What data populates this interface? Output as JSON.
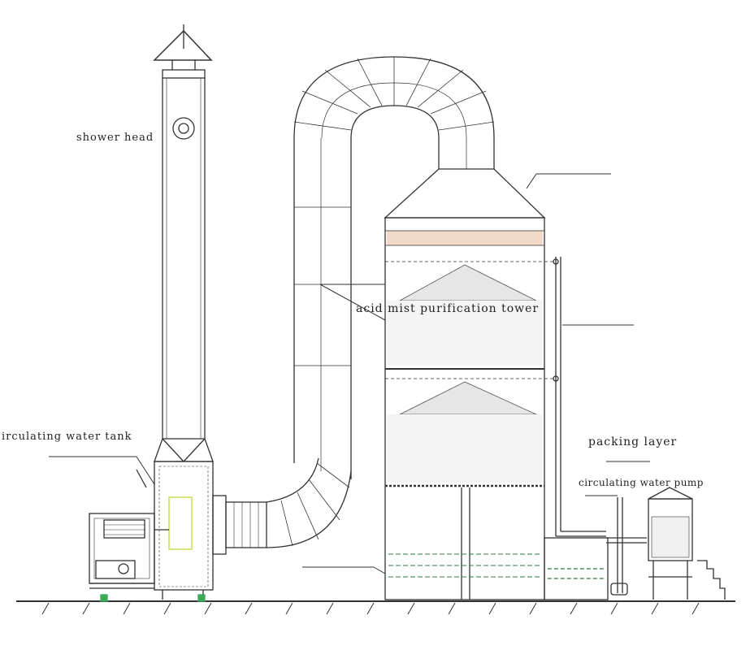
{
  "labels": {
    "shower_head": "shower head",
    "circulating_water_tank": "irculating water tank",
    "acid_mist_tower": "acid mist purification tower",
    "packing_layer": "packing layer",
    "circulating_water_pump": "circulating water pump"
  },
  "colors": {
    "line": "#333333",
    "packing_band": "#f3d9c8",
    "fan_highlight": "#c8e060",
    "water": "#2f7d3c",
    "ground_pad": "#39a85a"
  }
}
